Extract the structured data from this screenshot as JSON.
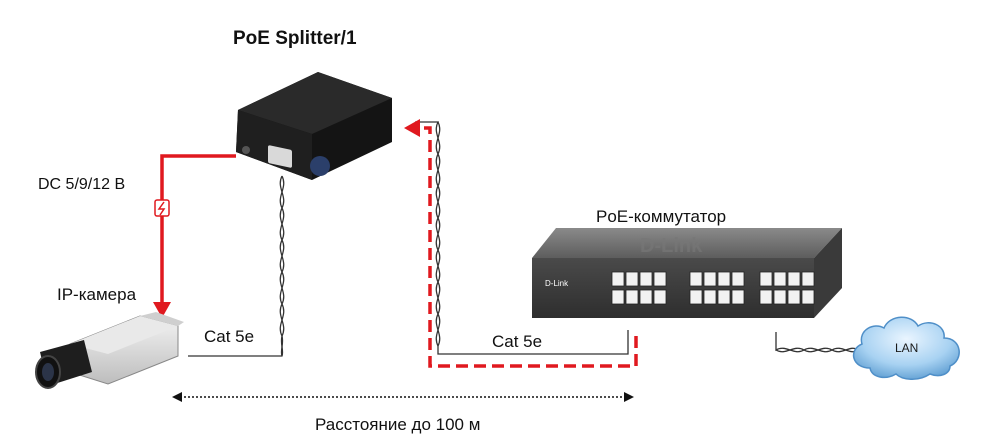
{
  "title": "PoE Splitter/1",
  "labels": {
    "dc_power": "DC 5/9/12 В",
    "ip_camera": "IP-камера",
    "cable_left": "Cat 5e",
    "cable_right": "Cat 5e",
    "poe_switch": "PoE-коммутатор",
    "distance": "Расстояние до 100 м",
    "lan": "LAN"
  },
  "device_text": {
    "switch_brand": "D-Link",
    "switch_logo": "D-Link"
  },
  "colors": {
    "power_line": "#e0191f",
    "cable": "#333333",
    "device_body": "#1b1b1b",
    "switch_body": "#6e6e6e",
    "cloud": "#7fb8e6"
  },
  "icon_names": [
    "lightning-icon",
    "ip-camera",
    "poe-splitter",
    "poe-switch",
    "lan-cloud"
  ]
}
